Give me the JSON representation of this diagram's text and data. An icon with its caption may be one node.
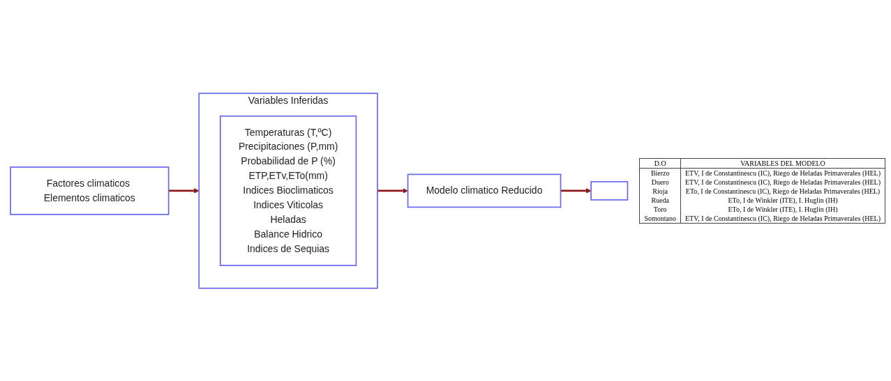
{
  "diagram": {
    "nodes": [
      {
        "text": [
          "Factores climaticos Elementos climaticos"
        ]
      },
      {
        "text": [
          "Variables Inferidas"
        ]
      },
      {
        "text": [
          "Temperaturas (T,ºC)",
          "Precipitaciones (P,mm)",
          "Probabilidad de P (%)",
          "ETP,ETv,ETo(mm)",
          "Indices Bioclimaticos",
          "Indices Viticolas",
          "Heladas",
          "Balance Hidrico",
          "Indices de Sequias"
        ],
        "in": 1
      },
      {
        "text": [
          "Modelo climatico Reducido"
        ]
      },
      {
        "text": [],
        "shape": "box"
      }
    ],
    "edges": [
      {
        "from": 0,
        "to": 1,
        "arrow": "to"
      },
      {
        "from": 1,
        "to": 3,
        "arrow": "to"
      },
      {
        "from": 3,
        "to": 4,
        "arrow": "to"
      }
    ],
    "labels": [
      "D.O",
      "VARIABLES DEL MODELO",
      "Bierzo",
      "ETV, I de Constantinescu (IC), Riego de Heladas Primaverales (HEL)",
      "Duero",
      "ETV, I de Constantinescu (IC), Riego de Heladas Primaverales (HEL)",
      "Rioja",
      "ETo, I de Constantinescu (IC), Riego de Heladas Primaverales (HEL)",
      "Rueda",
      "ETo, I de Winkler (ITE), I. Huglin (IH)",
      "Toro",
      "ETo, I de Winkler (ITE), I. Huglin (IH)",
      "Somontano",
      "ETV, I de Constantinescu (IC), Riego de Heladas Primaverales (HEL)"
    ]
  }
}
